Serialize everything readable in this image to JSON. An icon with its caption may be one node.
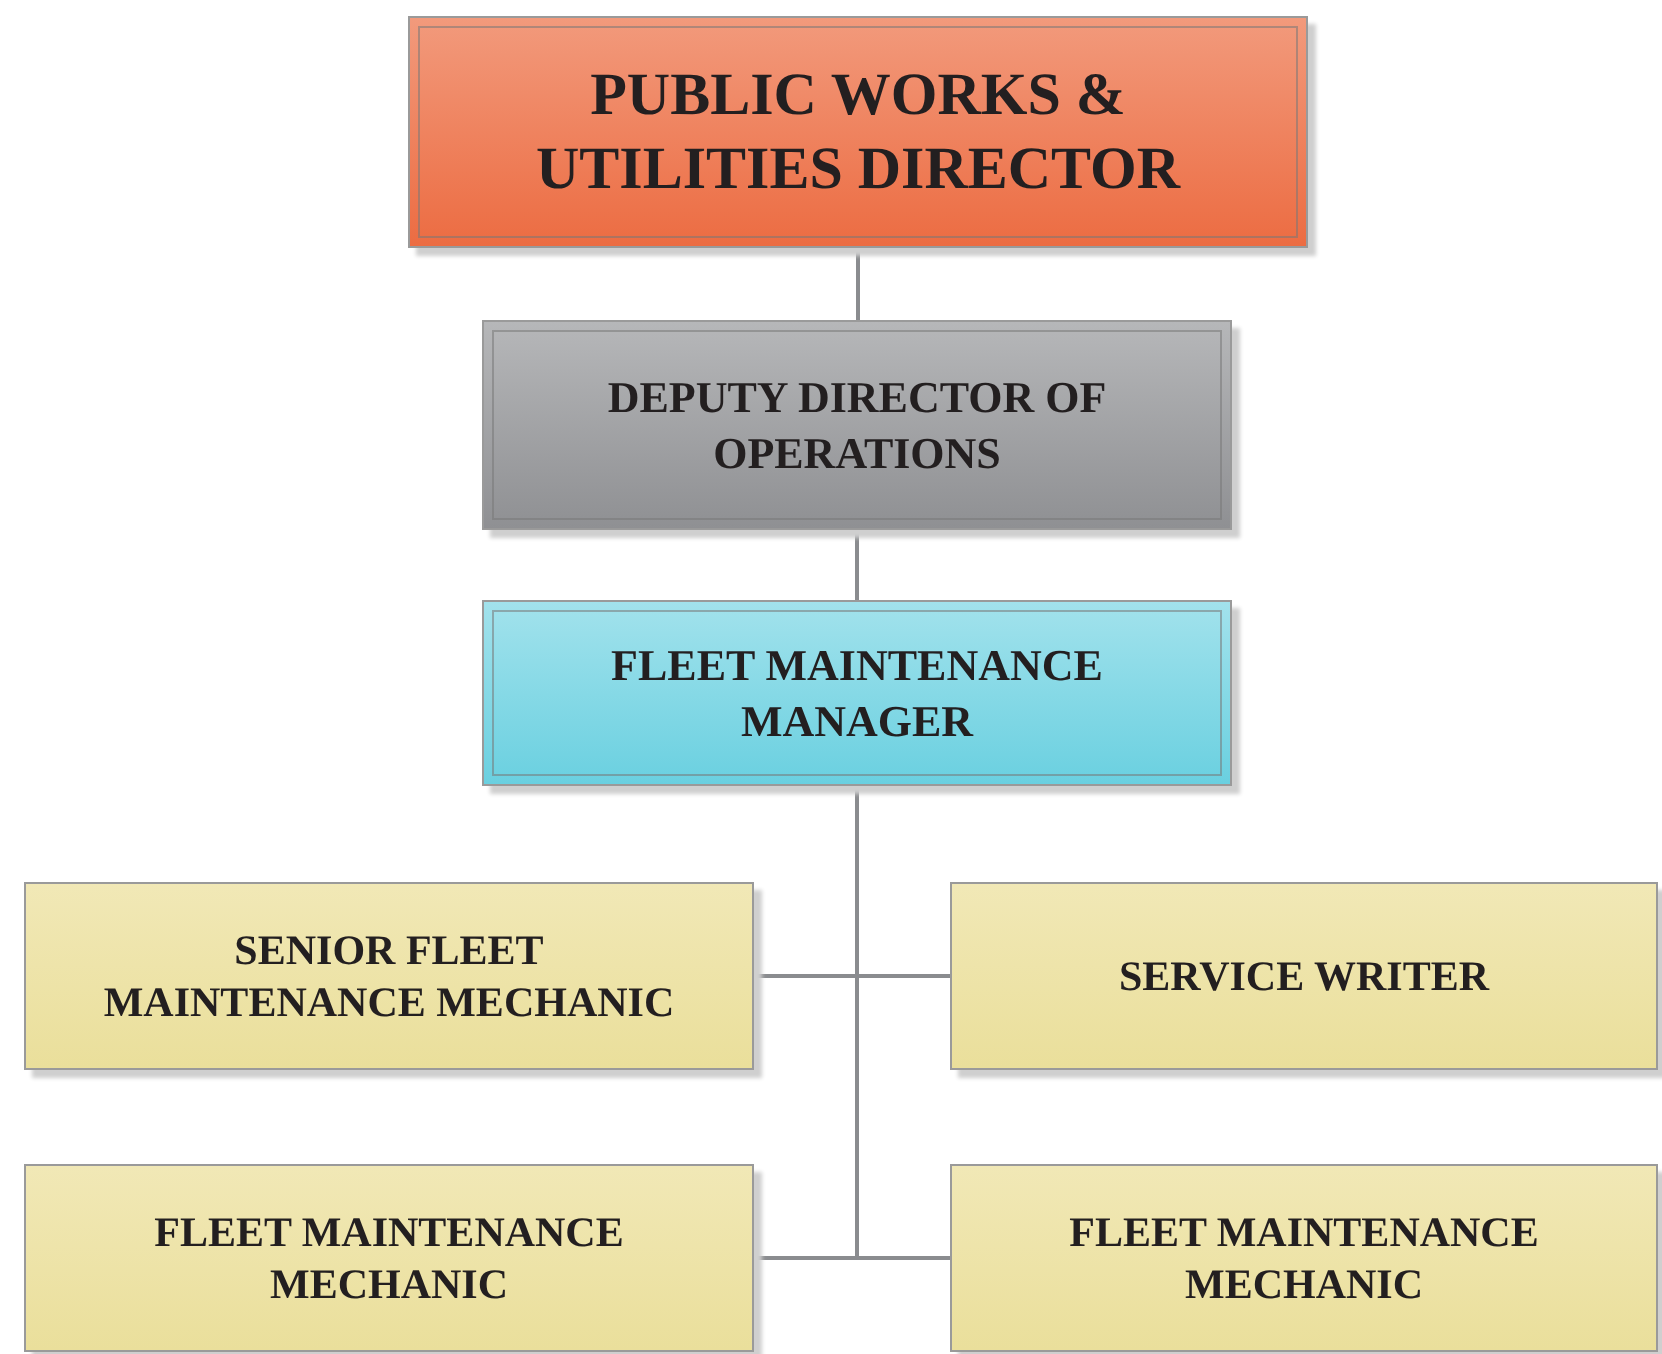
{
  "diagram": {
    "nodes": [
      {
        "text": [
          "PUBLIC WORKS & UTILITIES DIRECTOR"
        ]
      },
      {
        "text": [
          "DEPUTY DIRECTOR OF OPERATIONS"
        ]
      },
      {
        "text": [
          "FLEET MAINTENANCE MANAGER"
        ]
      },
      {
        "text": [
          "SENIOR FLEET MAINTENANCE MECHANIC"
        ]
      },
      {
        "text": [
          "SERVICE WRITER"
        ]
      },
      {
        "text": [
          "FLEET MAINTENANCE MECHANIC"
        ]
      },
      {
        "text": [
          "FLEET MAINTENANCE MECHANIC"
        ]
      }
    ],
    "edges": [
      {
        "from": 0,
        "to": 1,
        "arrow": "none"
      },
      {
        "from": 1,
        "to": 2,
        "arrow": "none"
      },
      {
        "from": 2,
        "to": 3,
        "arrow": "none"
      },
      {
        "from": 2,
        "to": 4,
        "arrow": "none"
      },
      {
        "from": 2,
        "to": 5,
        "arrow": "none"
      },
      {
        "from": 2,
        "to": 6,
        "arrow": "none"
      }
    ]
  }
}
